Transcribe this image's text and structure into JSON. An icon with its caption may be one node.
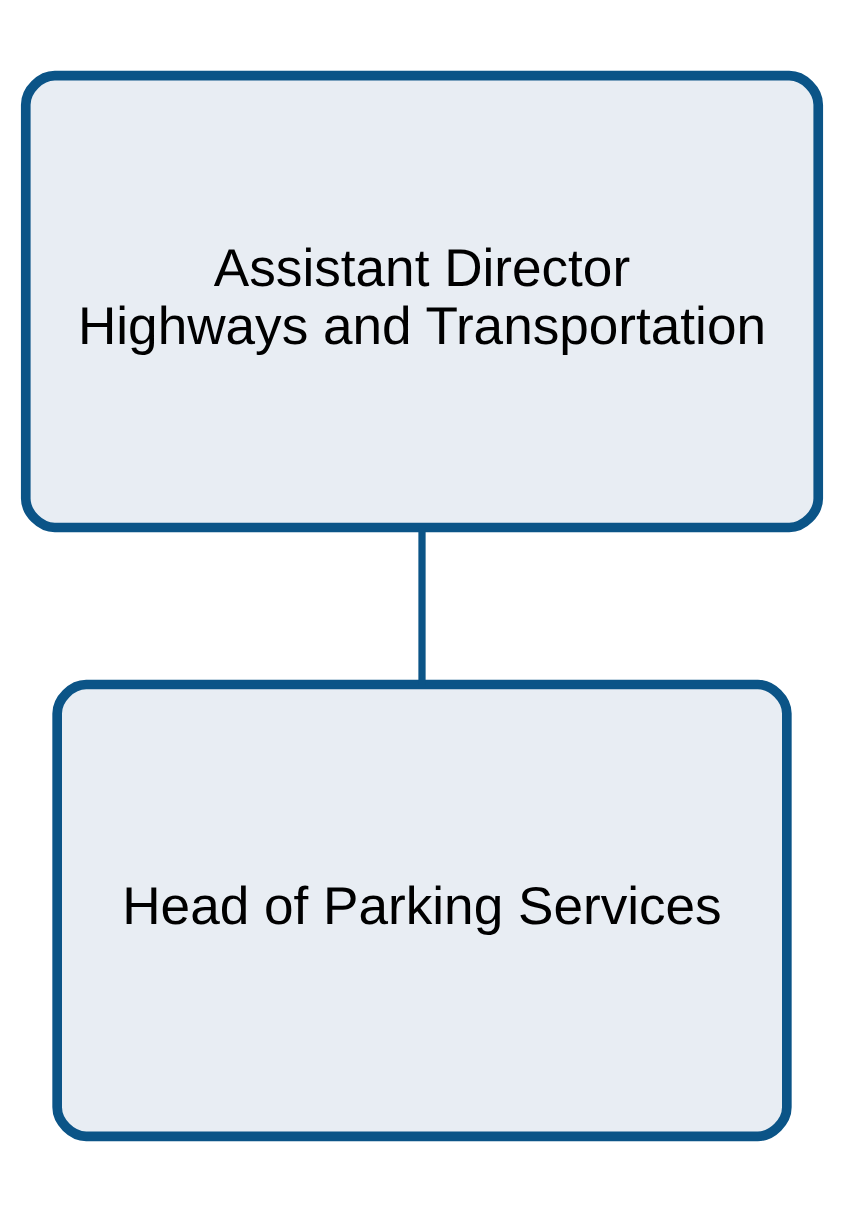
{
  "diagram": {
    "nodes": [
      {
        "text": [
          "Assistant Director",
          "Highways and Transportation"
        ]
      },
      {
        "text": [
          "Head of Parking Services"
        ]
      }
    ],
    "edges": [
      {
        "from": 0,
        "to": 1,
        "arrow": "none"
      }
    ]
  }
}
